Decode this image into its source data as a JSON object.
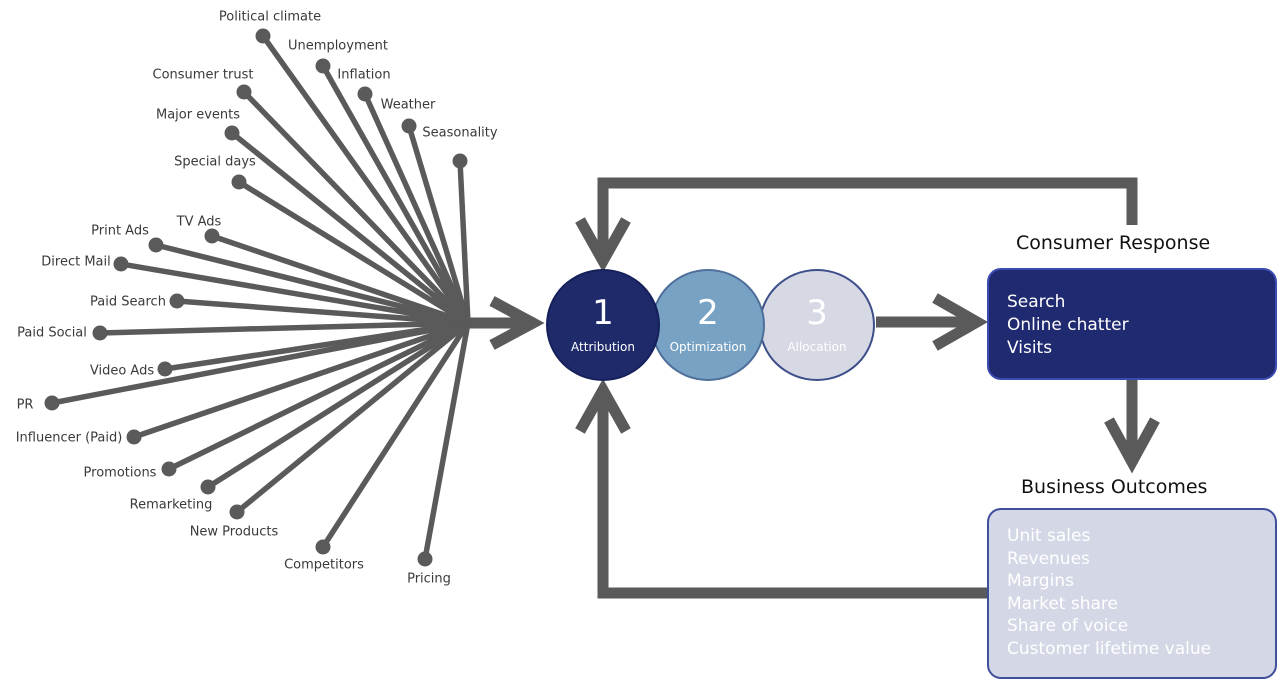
{
  "factors": [
    "Political climate",
    "Unemployment",
    "Consumer trust",
    "Inflation",
    "Weather",
    "Major events",
    "Seasonality",
    "Special days",
    "TV Ads",
    "Print Ads",
    "Direct Mail",
    "Paid Search",
    "Paid Social",
    "Video Ads",
    "PR",
    "Influencer (Paid)",
    "Promotions",
    "Remarketing",
    "New Products",
    "Competitors",
    "Pricing"
  ],
  "stages": [
    {
      "number": "1",
      "name": "Attribution"
    },
    {
      "number": "2",
      "name": "Optimization"
    },
    {
      "number": "3",
      "name": "Allocation"
    }
  ],
  "consumer_response": {
    "title": "Consumer Response",
    "items": [
      "Search",
      "Online chatter",
      "Visits"
    ]
  },
  "business_outcomes": {
    "title": "Business Outcomes",
    "items": [
      "Unit sales",
      "Revenues",
      "Margins",
      "Market share",
      "Share of voice",
      "Customer lifetime value"
    ]
  },
  "colors": {
    "line": "#5a5a5a",
    "attribution": "#1f2a6b",
    "optimization": "#78a2c4",
    "allocation": "#d6d8e4",
    "consumer_box": "#202a70",
    "outcomes_box": "#d4d7e5"
  }
}
